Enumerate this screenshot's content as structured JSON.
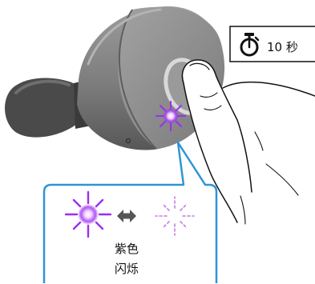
{
  "timer": {
    "icon": "stopwatch-icon",
    "label": "10 秒"
  },
  "earbud": {
    "indicator_icon": "purple-light-burst-icon"
  },
  "callout": {
    "blink_on_icon": "purple-light-on-icon",
    "arrow_icon": "double-arrow-icon",
    "blink_off_icon": "purple-light-off-icon",
    "line1": "紫色",
    "line2": "闪烁"
  },
  "colors": {
    "callout_border": "#2f95d6",
    "light": "#9b2ff0",
    "light_dim": "#c57ae0",
    "earbud": "#7e7e7e"
  }
}
